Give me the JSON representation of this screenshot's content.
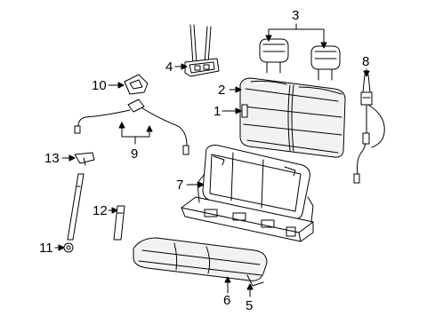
{
  "diagram": {
    "callouts": [
      {
        "id": "c1",
        "label": "1"
      },
      {
        "id": "c2",
        "label": "2"
      },
      {
        "id": "c3",
        "label": "3"
      },
      {
        "id": "c4",
        "label": "4"
      },
      {
        "id": "c5",
        "label": "5"
      },
      {
        "id": "c6",
        "label": "6"
      },
      {
        "id": "c7",
        "label": "7"
      },
      {
        "id": "c8",
        "label": "8"
      },
      {
        "id": "c9",
        "label": "9"
      },
      {
        "id": "c10",
        "label": "10"
      },
      {
        "id": "c11",
        "label": "11"
      },
      {
        "id": "c12",
        "label": "12"
      },
      {
        "id": "c13",
        "label": "13"
      }
    ],
    "colors": {
      "line": "#000000",
      "background": "#ffffff",
      "seat_fill": "#f2f2f2"
    }
  }
}
